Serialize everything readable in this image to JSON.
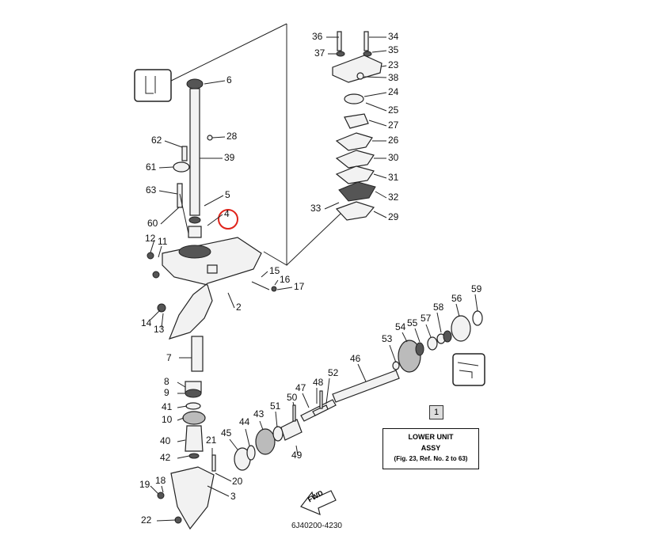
{
  "assembly": {
    "number": "1",
    "title": "LOWER UNIT",
    "subtitle": "ASSY",
    "reference": "(Fig. 23, Ref. No. 2 to 63)"
  },
  "drawing_code": "6J40200-4230",
  "direction_label": "FWD",
  "highlight": {
    "part": "4",
    "color": "#e0241b"
  },
  "labels": [
    "36",
    "34",
    "37",
    "35",
    "23",
    "38",
    "24",
    "25",
    "27",
    "26",
    "30",
    "31",
    "32",
    "33",
    "29",
    "6",
    "62",
    "28",
    "61",
    "39",
    "63",
    "5",
    "4",
    "60",
    "12",
    "11",
    "15",
    "16",
    "17",
    "2",
    "14",
    "13",
    "7",
    "8",
    "9",
    "41",
    "10",
    "40",
    "42",
    "21",
    "20",
    "3",
    "19",
    "18",
    "22",
    "45",
    "44",
    "43",
    "51",
    "50",
    "49",
    "48",
    "47",
    "52",
    "46",
    "53",
    "54",
    "55",
    "57",
    "58",
    "56",
    "59"
  ]
}
